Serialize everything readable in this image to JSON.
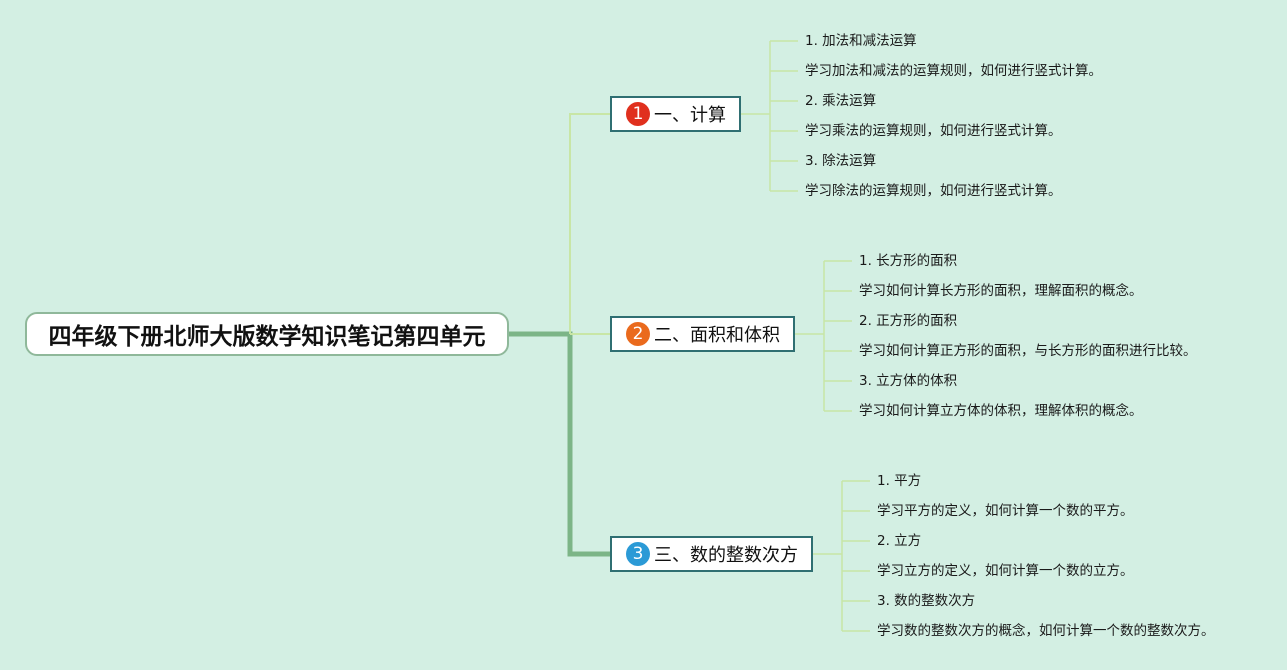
{
  "root": {
    "title": "四年级下册北师大版数学知识笔记第四单元"
  },
  "colors": {
    "background": "#d3efe3",
    "trunk_line": "#7cb587",
    "branch_line": "#c8e6a6",
    "leaf_line": "#c8e6a6",
    "branch_border": "#2f6f72"
  },
  "branches": [
    {
      "number": "1",
      "badge_color": "#e0301e",
      "label": "一、计算",
      "items": [
        "1. 加法和减法运算",
        "学习加法和减法的运算规则，如何进行竖式计算。",
        "2. 乘法运算",
        "学习乘法的运算规则，如何进行竖式计算。",
        "3. 除法运算",
        "学习除法的运算规则，如何进行竖式计算。"
      ]
    },
    {
      "number": "2",
      "badge_color": "#ea6a1d",
      "label": "二、面积和体积",
      "items": [
        "1. 长方形的面积",
        "学习如何计算长方形的面积，理解面积的概念。",
        "2. 正方形的面积",
        "学习如何计算正方形的面积，与长方形的面积进行比较。",
        "3. 立方体的体积",
        "学习如何计算立方体的体积，理解体积的概念。"
      ]
    },
    {
      "number": "3",
      "badge_color": "#2b9ad6",
      "label": "三、数的整数次方",
      "items": [
        "1. 平方",
        "学习平方的定义，如何计算一个数的平方。",
        "2. 立方",
        "学习立方的定义，如何计算一个数的立方。",
        "3. 数的整数次方",
        "学习数的整数次方的概念，如何计算一个数的整数次方。"
      ]
    }
  ]
}
